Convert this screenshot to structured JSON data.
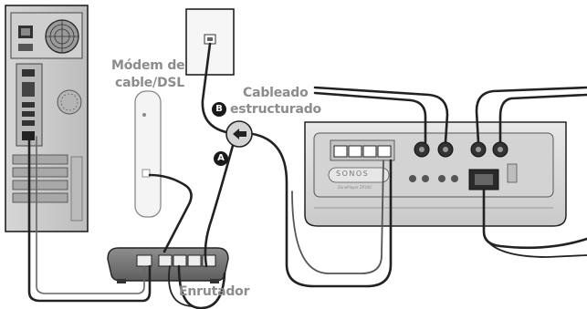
{
  "labels": {
    "modem_line1": "Módem de",
    "modem_line2": "cable/DSL",
    "cabling_line1": "Cableado",
    "cabling_line2": "estructurado",
    "router": "Enrutador"
  },
  "markers": {
    "a": "A",
    "b": "B"
  },
  "device": {
    "brand": "SONOS",
    "model": "ZonePlayer ZP100"
  },
  "colors": {
    "line": "#222222",
    "device_body": "#d9d9d9",
    "label": "#8c8c8c"
  }
}
